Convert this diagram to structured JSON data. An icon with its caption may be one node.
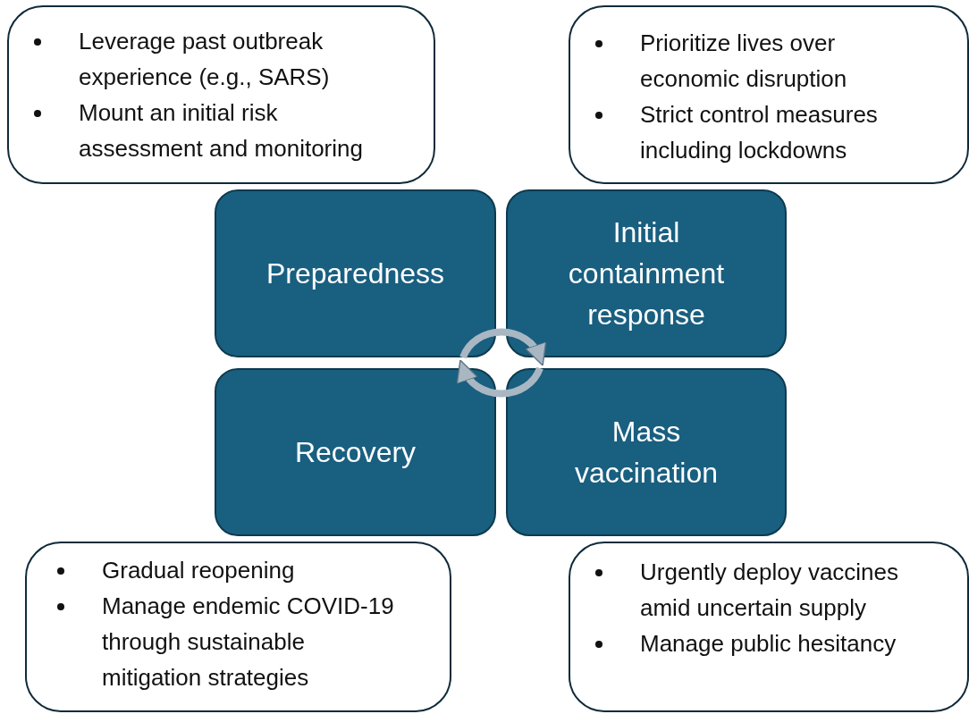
{
  "diagram": {
    "nodes": [
      {
        "text": [
          "Leverage past outbreak experience (e.g., SARS)",
          "Mount an initial risk assessment and monitoring"
        ]
      },
      {
        "text": [
          "Prioritize lives over economic disruption",
          "Strict control measures including lockdowns"
        ]
      },
      {
        "text": [
          "Preparedness"
        ]
      },
      {
        "text": [
          "Initial containment response"
        ]
      },
      {
        "text": [
          "Recovery"
        ]
      },
      {
        "text": [
          "Mass vaccination"
        ]
      },
      {
        "text": [
          "Gradual reopening",
          "Manage endemic COVID-19 through sustainable mitigation strategies"
        ]
      },
      {
        "text": [
          "Urgently deploy vaccines amid uncertain supply",
          "Manage public hesitancy"
        ]
      }
    ],
    "edges": [
      {
        "from": 2,
        "to": 3,
        "arrow": "to"
      },
      {
        "from": 5,
        "to": 4,
        "arrow": "to"
      }
    ]
  }
}
